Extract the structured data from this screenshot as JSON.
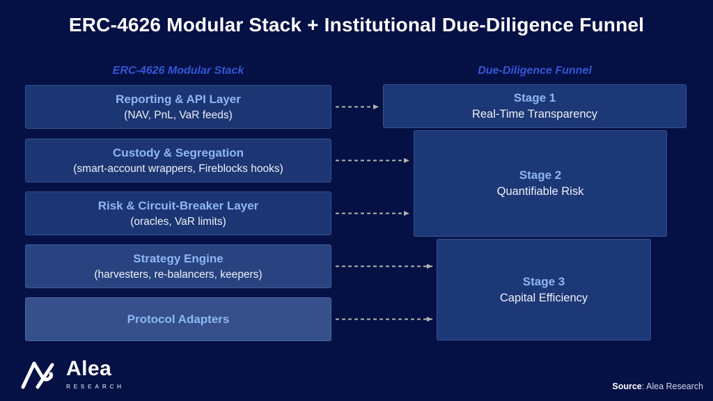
{
  "title": "ERC-4626 Modular Stack + Institutional Due-Diligence Funnel",
  "columns": {
    "left": {
      "header": "ERC-4626 Modular Stack"
    },
    "right": {
      "header": "Due-Diligence Funnel"
    }
  },
  "stack": [
    {
      "id": "reporting",
      "title": "Reporting & API Layer",
      "subtitle": "(NAV, PnL, VaR feeds)"
    },
    {
      "id": "custody",
      "title": "Custody & Segregation",
      "subtitle": "(smart-account wrappers, Fireblocks hooks)"
    },
    {
      "id": "risk",
      "title": "Risk & Circuit-Breaker Layer",
      "subtitle": "(oracles, VaR limits)"
    },
    {
      "id": "strategy",
      "title": "Strategy Engine",
      "subtitle": "(harvesters, re-balancers, keepers)"
    },
    {
      "id": "adapters",
      "title": "Protocol Adapters",
      "subtitle": ""
    }
  ],
  "funnel": [
    {
      "id": "stage1",
      "title": "Stage 1",
      "subtitle": "Real-Time Transparency"
    },
    {
      "id": "stage2",
      "title": "Stage 2",
      "subtitle": "Quantifiable Risk"
    },
    {
      "id": "stage3",
      "title": "Stage 3",
      "subtitle": "Capital Efficiency"
    }
  ],
  "connections": [
    {
      "from": "reporting",
      "to": "stage1"
    },
    {
      "from": "custody",
      "to": "stage2"
    },
    {
      "from": "risk",
      "to": "stage2"
    },
    {
      "from": "strategy",
      "to": "stage3"
    },
    {
      "from": "adapters",
      "to": "stage3"
    }
  ],
  "footer": {
    "logo_text": "Alea",
    "logo_subtext": "RESEARCH",
    "source_label": "Source",
    "source_value": ": Alea Research"
  },
  "colors": {
    "background": "#051045",
    "box_dark": "#1c3673",
    "box_strategy": "#28437f",
    "box_adapters": "#36508c",
    "box_stage": "#1d3876",
    "heading_blue": "#8fb6f4",
    "column_header_blue": "#3457d4",
    "arrow_gray": "#b4b7ae",
    "text_white": "#ffffff"
  }
}
